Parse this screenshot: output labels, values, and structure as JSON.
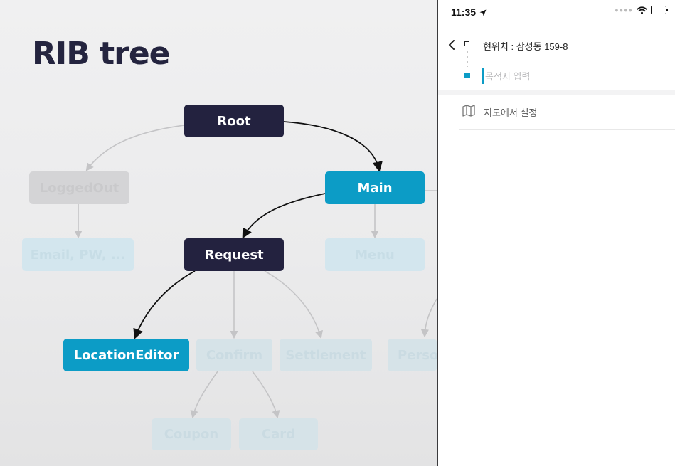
{
  "slide": {
    "title": "RIB tree",
    "nodes": [
      {
        "id": "root",
        "label": "Root",
        "style": "dark"
      },
      {
        "id": "main",
        "label": "Main",
        "style": "accent"
      },
      {
        "id": "loggedout",
        "label": "LoggedOut",
        "style": "grey"
      },
      {
        "id": "emailpw",
        "label": "Email, PW, ...",
        "style": "faded"
      },
      {
        "id": "request",
        "label": "Request",
        "style": "dark"
      },
      {
        "id": "menu",
        "label": "Menu",
        "style": "faded"
      },
      {
        "id": "locationeditor",
        "label": "LocationEditor",
        "style": "accent"
      },
      {
        "id": "confirm",
        "label": "Confirm",
        "style": "faded2"
      },
      {
        "id": "settlement",
        "label": "Settlement",
        "style": "faded2"
      },
      {
        "id": "perso",
        "label": "Perso",
        "style": "faded2"
      },
      {
        "id": "coupon",
        "label": "Coupon",
        "style": "faded2"
      },
      {
        "id": "card",
        "label": "Card",
        "style": "faded2"
      }
    ],
    "edges": [
      {
        "from": "root",
        "to": "loggedout",
        "emphasis": "muted"
      },
      {
        "from": "root",
        "to": "main",
        "emphasis": "active"
      },
      {
        "from": "loggedout",
        "to": "emailpw",
        "emphasis": "muted"
      },
      {
        "from": "main",
        "to": "request",
        "emphasis": "active"
      },
      {
        "from": "main",
        "to": "menu",
        "emphasis": "muted"
      },
      {
        "from": "main",
        "to": "perso",
        "emphasis": "muted"
      },
      {
        "from": "request",
        "to": "locationeditor",
        "emphasis": "active"
      },
      {
        "from": "request",
        "to": "confirm",
        "emphasis": "muted"
      },
      {
        "from": "request",
        "to": "settlement",
        "emphasis": "muted"
      },
      {
        "from": "confirm",
        "to": "coupon",
        "emphasis": "muted"
      },
      {
        "from": "confirm",
        "to": "card",
        "emphasis": "muted"
      }
    ]
  },
  "phone": {
    "status": {
      "time": "11:35"
    },
    "origin_label": "현위치 : 삼성동 159-8",
    "destination_placeholder": "목적지 입력",
    "destination_value": "",
    "map_option_label": "지도에서 설정",
    "accent_color": "#0c9cc6"
  },
  "colors": {
    "node_dark": "#23223f",
    "node_accent": "#0c9cc6",
    "edge_active": "#111111",
    "edge_muted": "#c4c4c6"
  }
}
